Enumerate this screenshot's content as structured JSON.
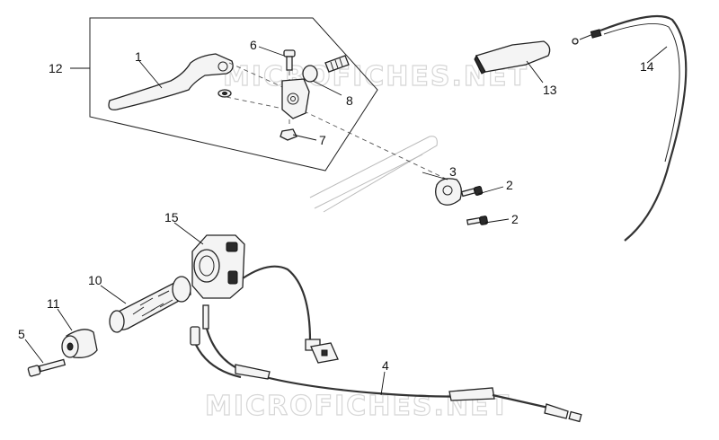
{
  "watermarks": [
    "MICROFICHES.NET",
    "MICROFICHES.NET"
  ],
  "callouts": {
    "c1": "1",
    "c2a": "2",
    "c2b": "2",
    "c3": "3",
    "c4": "4",
    "c5": "5",
    "c6": "6",
    "c7": "7",
    "c8": "8",
    "c10": "10",
    "c11": "11",
    "c12": "12",
    "c13": "13",
    "c14": "14",
    "c15": "15"
  },
  "colors": {
    "line": "#222222",
    "watermark": "#d6d6d6",
    "background": "#ffffff"
  }
}
